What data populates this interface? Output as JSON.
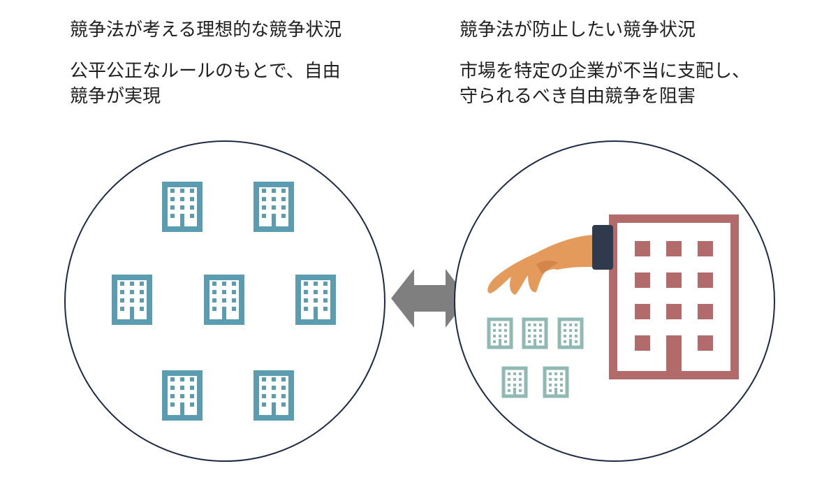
{
  "left_panel": {
    "heading": "競争法が考える理想的な競争状況",
    "description_line1": "公平公正なルールのもとで、自由",
    "description_line2": "競争が実現"
  },
  "right_panel": {
    "heading": "競争法が防止したい競争状況",
    "description_line1": "市場を特定の企業が不当に支配し、",
    "description_line2": "守られるべき自由競争を阻害"
  },
  "colors": {
    "circle_border": "#1c2a45",
    "teal_building": "#5b9cb0",
    "small_building": "#8fb9b2",
    "dominant_building": "#b36a6b",
    "hand_skin": "#e49a5b",
    "sleeve": "#2f3a4c",
    "arrow": "#7f7f7f"
  }
}
